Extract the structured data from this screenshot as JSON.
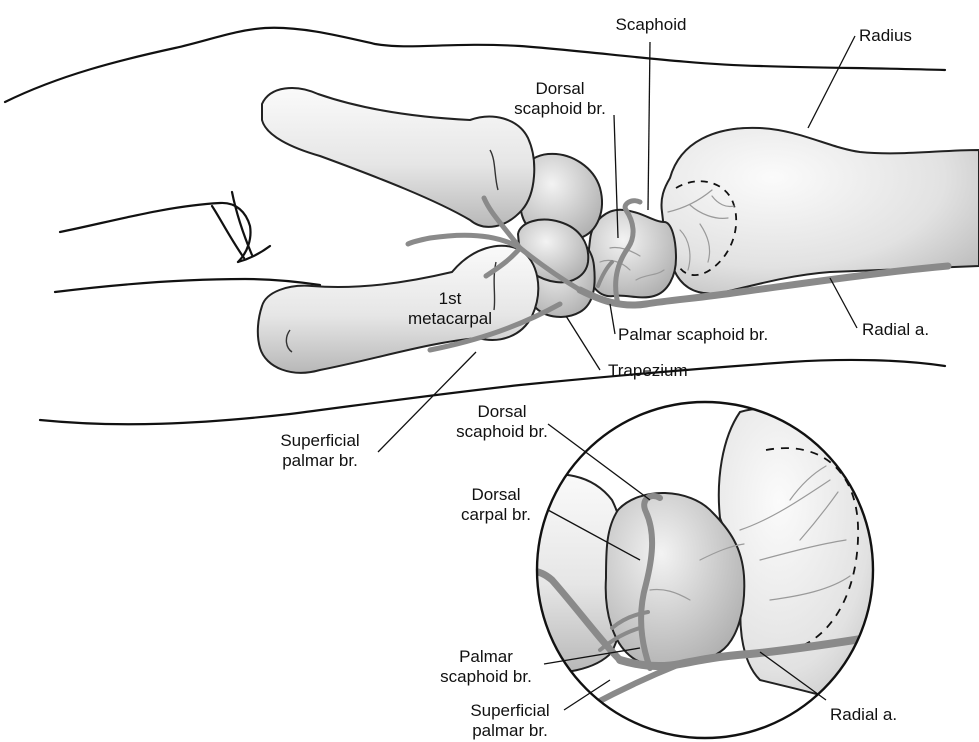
{
  "labels": {
    "scaphoid": "Scaphoid",
    "radius": "Radius",
    "dorsal_scaphoid_1": "Dorsal",
    "dorsal_scaphoid_2": "scaphoid br.",
    "first_metacarpal_1": "1st",
    "first_metacarpal_2": "metacarpal",
    "palmar_scaphoid": "Palmar scaphoid br.",
    "radial_a": "Radial a.",
    "trapezium": "Trapezium",
    "superficial_palmar_1": "Superficial",
    "superficial_palmar_2": "palmar br."
  },
  "inset_labels": {
    "dorsal_scaphoid_1": "Dorsal",
    "dorsal_scaphoid_2": "scaphoid br.",
    "dorsal_carpal_1": "Dorsal",
    "dorsal_carpal_2": "carpal br.",
    "palmar_scaphoid_1": "Palmar",
    "palmar_scaphoid_2": "scaphoid br.",
    "superficial_palmar_1": "Superficial",
    "superficial_palmar_2": "palmar br.",
    "radial_a": "Radial a."
  },
  "colors": {
    "outline": "#111111",
    "vessel": "#8a8a8a",
    "bone_light": "#f4f4f4",
    "bone_shade": "#bdbdbd"
  }
}
